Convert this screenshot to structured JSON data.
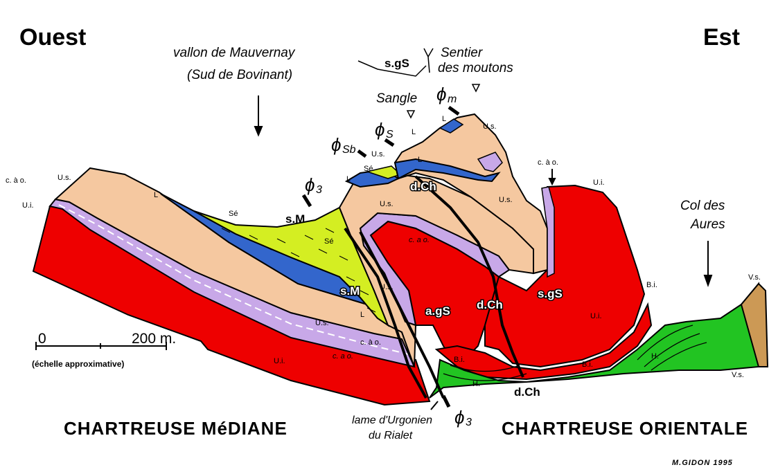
{
  "orientation": {
    "west": "Ouest",
    "east": "Est"
  },
  "places": {
    "vallon_line1": "vallon de Mauvernay",
    "vallon_line2": "(Sud de Bovinant)",
    "sentier_line1": "Sentier",
    "sentier_line2": "des moutons",
    "sangle": "Sangle",
    "col_line1": "Col des",
    "col_line2": "Aures",
    "lame_line1": "lame d'Urgonien",
    "lame_line2": "du Rialet"
  },
  "faults": {
    "phi": "ϕ",
    "m": "m",
    "s": "S",
    "sb": "Sb",
    "three": "3"
  },
  "formations": {
    "sgs": "s.gS",
    "sm": "s.M",
    "dch": "d.Ch",
    "ags": "a.gS",
    "us": "U.s.",
    "ui": "U.i.",
    "l": "L",
    "se": "Sé",
    "cao": "c. à o.",
    "cao_band": "c. a o.",
    "bi": "B.i.",
    "h": "H.",
    "vs": "V.s."
  },
  "scale": {
    "zero": "0",
    "max": "200 m.",
    "note": "(échelle approximative)"
  },
  "regions": {
    "median": "CHARTREUSE MéDIANE",
    "orientale": "CHARTREUSE ORIENTALE"
  },
  "signature": "M.GIDON 1995",
  "colors": {
    "urgonian_upper": "#f5c8a0",
    "urgonian_lower": "#ee0000",
    "orbitolina_beds": "#c8a8e8",
    "lumachelle": "#3366cc",
    "senonian": "#d4ee22",
    "hauterivian": "#22c422",
    "valanginian": "#cc9955"
  }
}
